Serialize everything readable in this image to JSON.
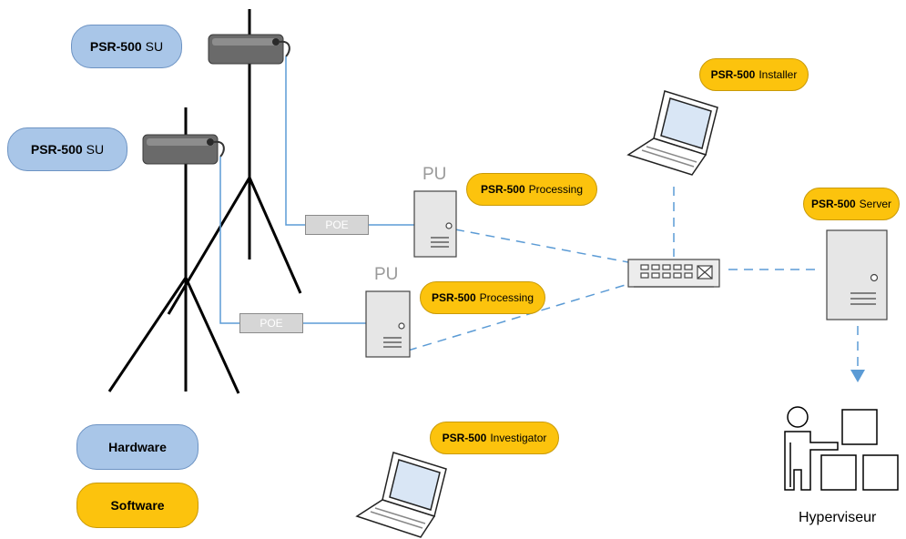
{
  "units": {
    "su_top": {
      "bold": "PSR-500",
      "text": "SU"
    },
    "su_left": {
      "bold": "PSR-500",
      "text": "SU"
    }
  },
  "poe": {
    "top": "POE",
    "bottom": "POE"
  },
  "pu": {
    "top": "PU",
    "bottom": "PU"
  },
  "software": {
    "processing_top": {
      "bold": "PSR-500",
      "text": "Processing"
    },
    "processing_bottom": {
      "bold": "PSR-500",
      "text": "Processing"
    },
    "installer": {
      "bold": "PSR-500",
      "text": "Installer"
    },
    "server": {
      "bold": "PSR-500",
      "text": "Server"
    },
    "investigator": {
      "bold": "PSR-500",
      "text": "Investigator"
    }
  },
  "legend": {
    "hardware": "Hardware",
    "software": "Software"
  },
  "hypervisor": {
    "label": "Hyperviseur"
  },
  "colors": {
    "hardware": "#a9c6e8",
    "software": "#fcc30d",
    "link": "#5b9bd5"
  }
}
